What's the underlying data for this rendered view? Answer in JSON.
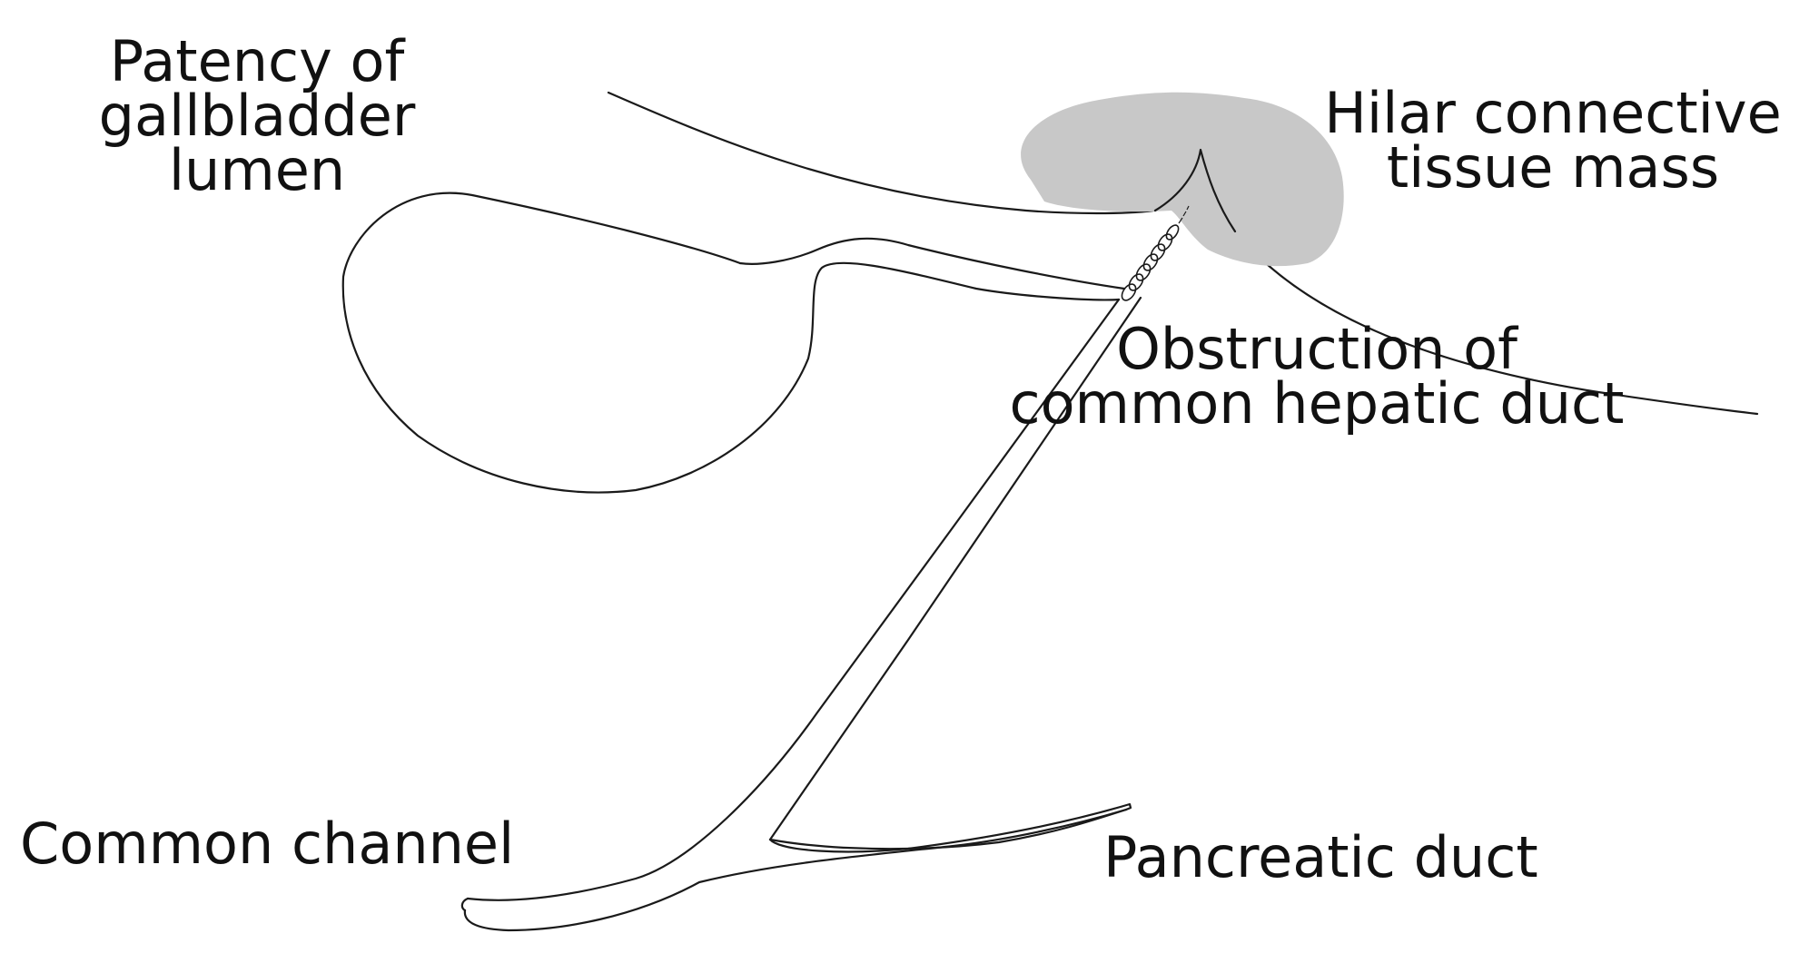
{
  "colors": {
    "background": "#ffffff",
    "line": "#1a1a1a",
    "mass_fill": "#c8c8c8",
    "text": "#111111"
  },
  "labels": {
    "gallbladder": [
      "Patency of",
      "gallbladder",
      "lumen"
    ],
    "hilar_mass": [
      "Hilar connective",
      "tissue mass"
    ],
    "obstruction": [
      "Obstruction of",
      "common hepatic duct"
    ],
    "common_channel": "Common channel",
    "pancreatic_duct": "Pancreatic duct"
  }
}
